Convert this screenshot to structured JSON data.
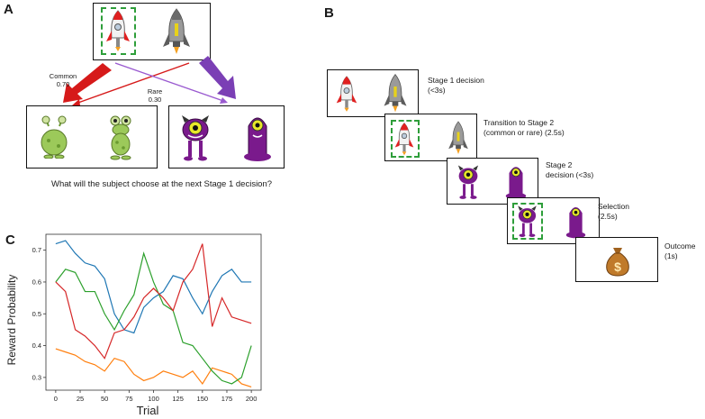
{
  "panels": {
    "a": "A",
    "b": "B",
    "c": "C"
  },
  "panel_a": {
    "common_label": "Common",
    "common_prob": "0.70",
    "rare_label": "Rare",
    "rare_prob": "0.30",
    "question": "What will the subject choose at the next Stage 1 decision?"
  },
  "panel_b": {
    "steps": [
      {
        "line1": "Stage 1 decision",
        "line2": "(<3s)"
      },
      {
        "line1": "Transition to Stage 2",
        "line2": "(common or rare) (2.5s)"
      },
      {
        "line1": "Stage 2",
        "line2": "decision (<3s)"
      },
      {
        "line1": "Selection",
        "line2": "(2.5s)"
      },
      {
        "line1": "Outcome",
        "line2": "(1s)"
      }
    ]
  },
  "colors": {
    "common_arrow": "#d61a1a",
    "rare_arrow": "#7b3fb5",
    "selection_box": "#2e9e3a",
    "alien_green": "#9cc95a",
    "alien_purple": "#7a1a8c"
  },
  "icons": [
    "rocket-red",
    "rocket-gray",
    "alien-green",
    "alien-purple-horned",
    "alien-purple-cyclops",
    "money-bag"
  ],
  "chart_data": {
    "type": "line",
    "xlabel": "Trial",
    "ylabel": "Reward Probability",
    "xlim": [
      -10,
      210
    ],
    "ylim": [
      0.26,
      0.75
    ],
    "xticks": [
      0,
      25,
      50,
      75,
      100,
      125,
      150,
      175,
      200
    ],
    "yticks": [
      0.3,
      0.4,
      0.5,
      0.6,
      0.7
    ],
    "grid": false,
    "x": [
      0,
      10,
      20,
      30,
      40,
      50,
      60,
      70,
      80,
      90,
      100,
      110,
      120,
      130,
      140,
      150,
      160,
      170,
      180,
      190,
      200
    ],
    "series": [
      {
        "color": "#1f77b4",
        "values": [
          0.72,
          0.73,
          0.69,
          0.66,
          0.65,
          0.61,
          0.5,
          0.45,
          0.44,
          0.52,
          0.55,
          0.57,
          0.62,
          0.61,
          0.55,
          0.5,
          0.57,
          0.62,
          0.64,
          0.6,
          0.6
        ]
      },
      {
        "color": "#ff7f0e",
        "values": [
          0.39,
          0.38,
          0.37,
          0.35,
          0.34,
          0.32,
          0.36,
          0.35,
          0.31,
          0.29,
          0.3,
          0.32,
          0.31,
          0.3,
          0.32,
          0.28,
          0.33,
          0.32,
          0.31,
          0.28,
          0.27
        ]
      },
      {
        "color": "#2ca02c",
        "values": [
          0.6,
          0.64,
          0.63,
          0.57,
          0.57,
          0.5,
          0.45,
          0.51,
          0.56,
          0.69,
          0.6,
          0.53,
          0.51,
          0.41,
          0.4,
          0.36,
          0.32,
          0.29,
          0.28,
          0.3,
          0.4
        ]
      },
      {
        "color": "#d62728",
        "values": [
          0.6,
          0.57,
          0.45,
          0.43,
          0.4,
          0.36,
          0.44,
          0.45,
          0.49,
          0.55,
          0.58,
          0.55,
          0.51,
          0.6,
          0.64,
          0.72,
          0.46,
          0.55,
          0.49,
          0.48,
          0.47
        ]
      }
    ]
  }
}
